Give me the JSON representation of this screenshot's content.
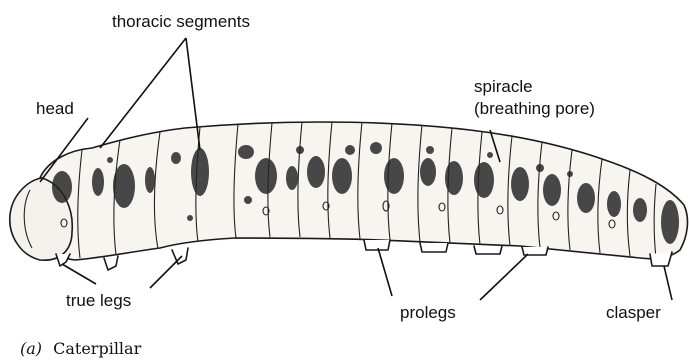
{
  "labels": {
    "thoracic_segments": "thoracic segments",
    "head": "head",
    "spiracle_line1": "spiracle",
    "spiracle_line2": "(breathing pore)",
    "true_legs": "true legs",
    "prolegs": "prolegs",
    "clasper": "clasper"
  },
  "caption": {
    "letter": "(a)",
    "text": "Caterpillar"
  },
  "colors": {
    "ink": "#1a1a1a",
    "paper": "#ffffff"
  }
}
